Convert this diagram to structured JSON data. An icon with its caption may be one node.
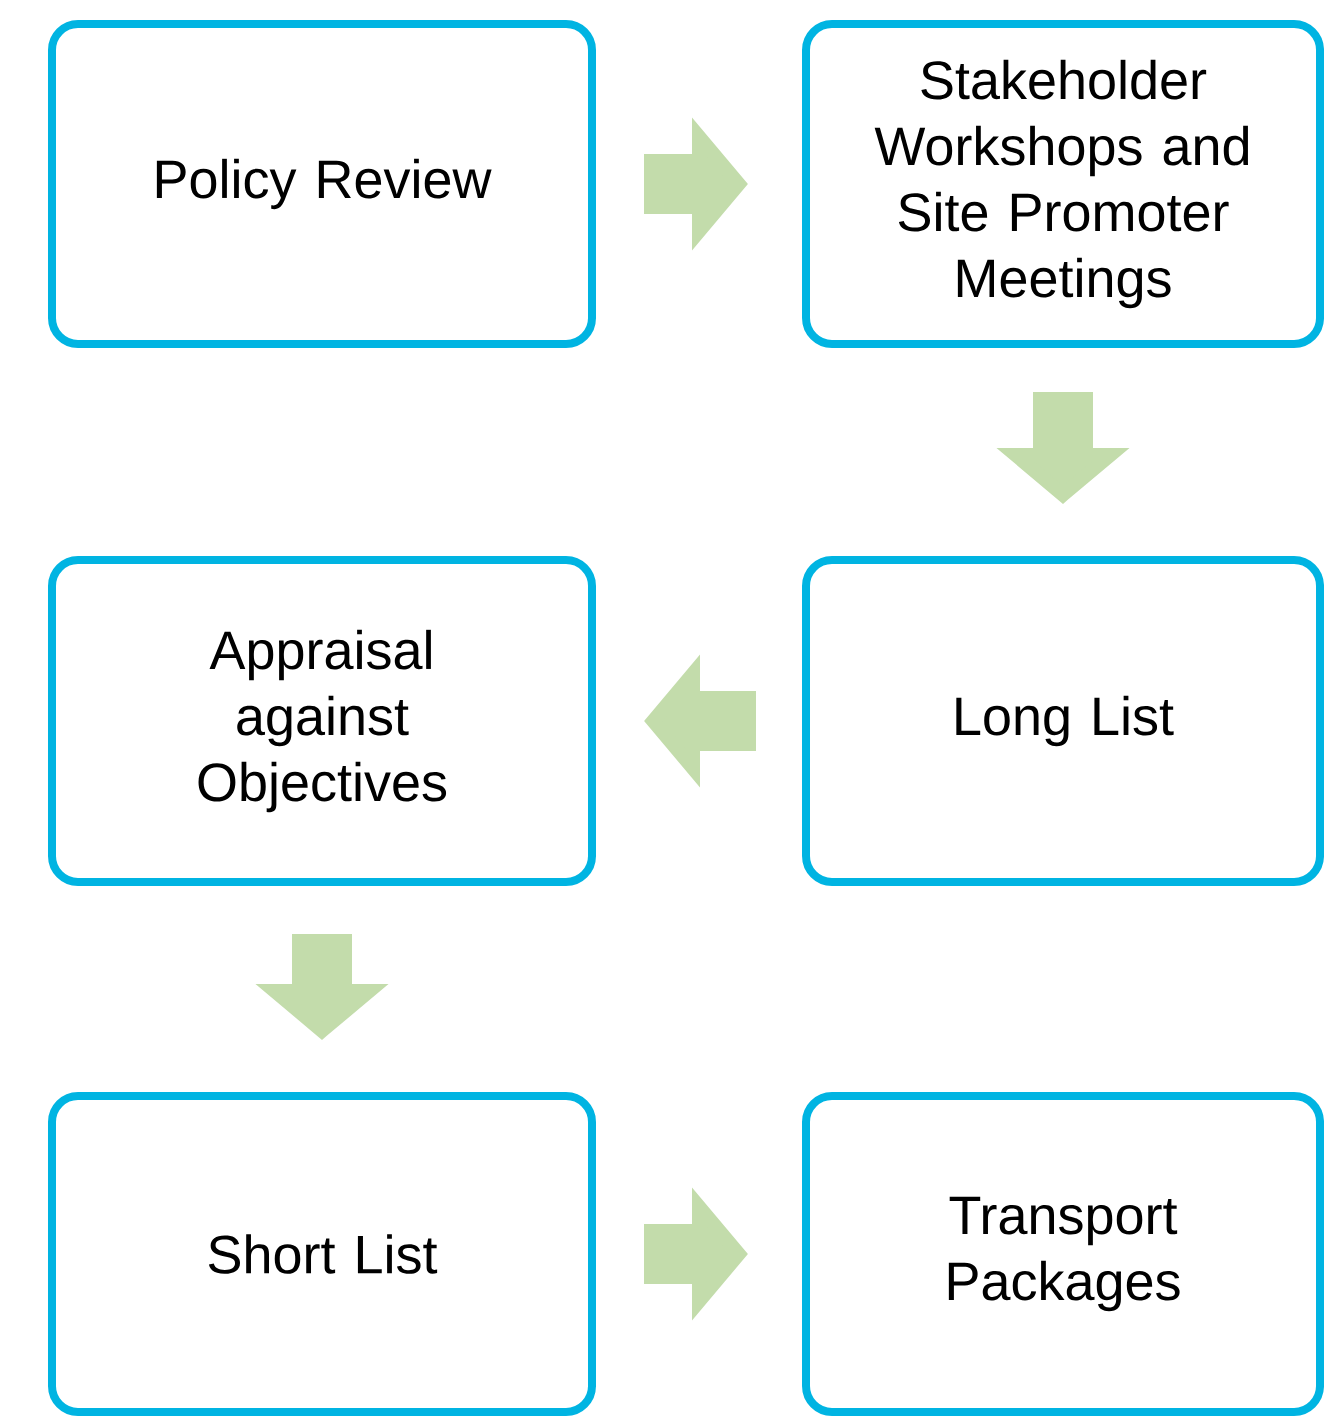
{
  "diagram": {
    "nodes": [
      {
        "text": [
          "Policy Review"
        ]
      },
      {
        "text": [
          "Stakeholder Workshops and Site Promoter Meetings"
        ]
      },
      {
        "text": [
          "Long List"
        ]
      },
      {
        "text": [
          "Appraisal against Objectives"
        ]
      },
      {
        "text": [
          "Short List"
        ]
      },
      {
        "text": [
          "Transport Packages"
        ]
      }
    ],
    "edges": [
      {
        "from": 0,
        "to": 1,
        "arrow": "to"
      },
      {
        "from": 1,
        "to": 2,
        "arrow": "to"
      },
      {
        "from": 2,
        "to": 3,
        "arrow": "to"
      },
      {
        "from": 3,
        "to": 4,
        "arrow": "to"
      },
      {
        "from": 4,
        "to": 5,
        "arrow": "to"
      }
    ]
  }
}
